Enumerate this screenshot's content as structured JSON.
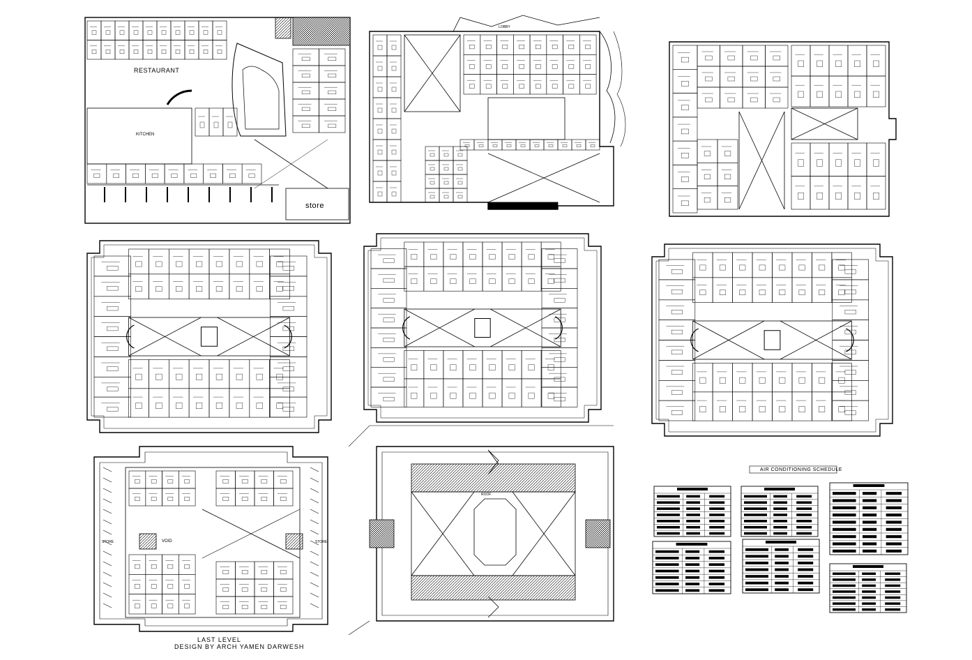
{
  "labels": {
    "restaurant": "RESTAURANT",
    "kitchen": "KITCHEN",
    "store": "store",
    "lobby": "LOBBY",
    "void": "VOID",
    "store_left": "STORE",
    "store_right": "STORE",
    "last_level": "LAST LEVEL",
    "designer": "DESIGN BY ARCH YAMEN DARWESH",
    "roof": "ROOF",
    "ac_schedule": "AIR CONDITIONING SCHEDULE"
  },
  "schedule_tables": [
    {
      "id": "t1",
      "rows": 7
    },
    {
      "id": "t2",
      "rows": 7
    },
    {
      "id": "t3",
      "rows": 9
    },
    {
      "id": "t4",
      "rows": 7
    },
    {
      "id": "t5",
      "rows": 7
    },
    {
      "id": "t6",
      "rows": 7
    }
  ],
  "colors": {
    "ink": "#000000",
    "paper": "#ffffff"
  }
}
